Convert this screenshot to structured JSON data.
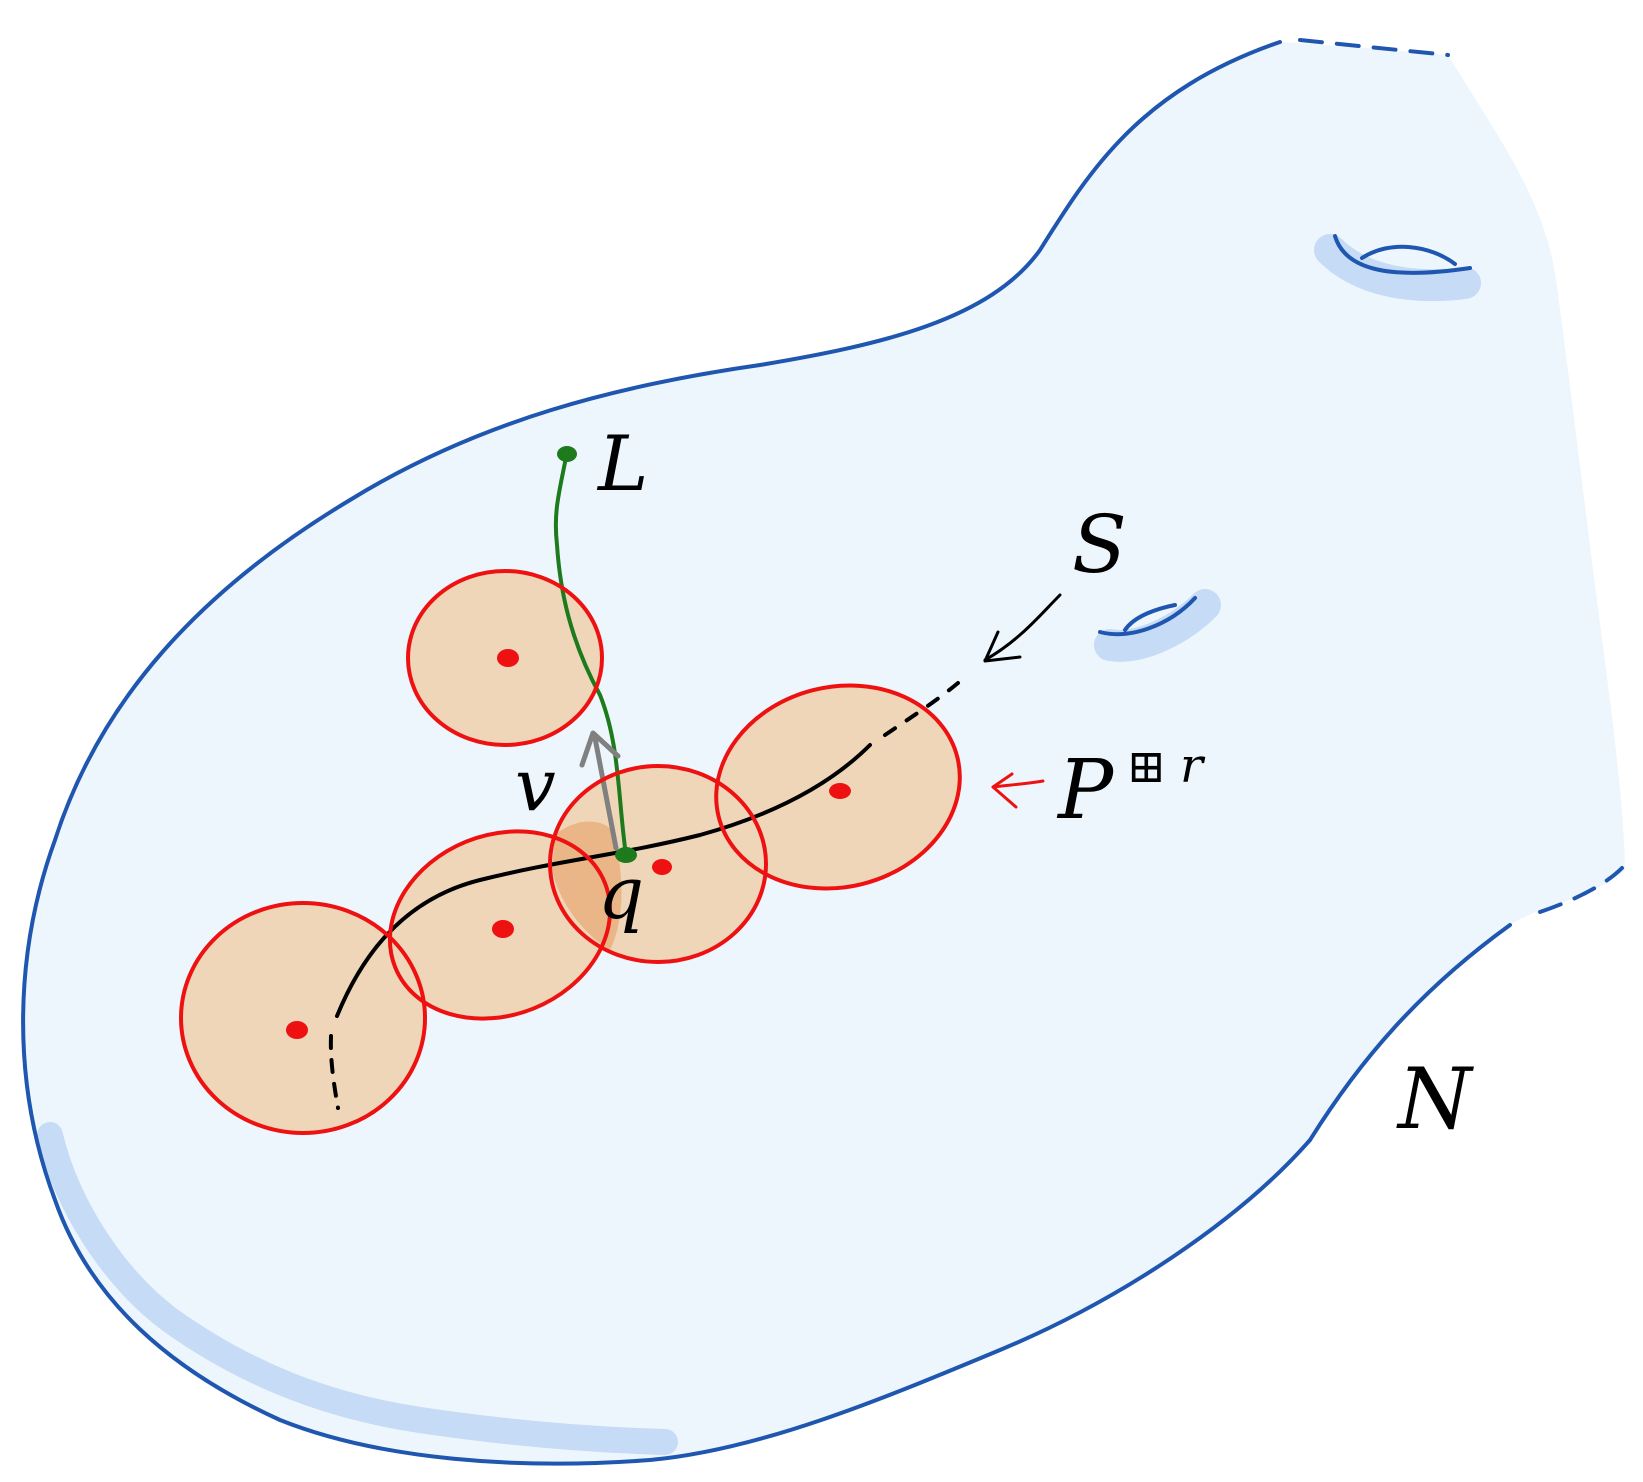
{
  "labels": {
    "L": "L",
    "S": "S",
    "P_base": "P",
    "P_sup_symbol": "⊞",
    "P_sup_var": "r",
    "v": "v",
    "q": "q",
    "N": "N"
  },
  "colors": {
    "manifold_fill": "#eef6fd",
    "manifold_edge": "#1f56b0",
    "shadow": "#c6dbf5",
    "ball_fill": "#f0d6b8",
    "ball_overlap": "#eab688",
    "ball_edge": "#ee1111",
    "center_dot": "#ee1111",
    "curve_S": "#000000",
    "curve_L": "#1d7a1d",
    "vector_v": "#808080",
    "label_text": "#000000",
    "arrow_P": "#ee1111"
  },
  "icons": {
    "P_superscript": "boxed-plus-icon"
  }
}
